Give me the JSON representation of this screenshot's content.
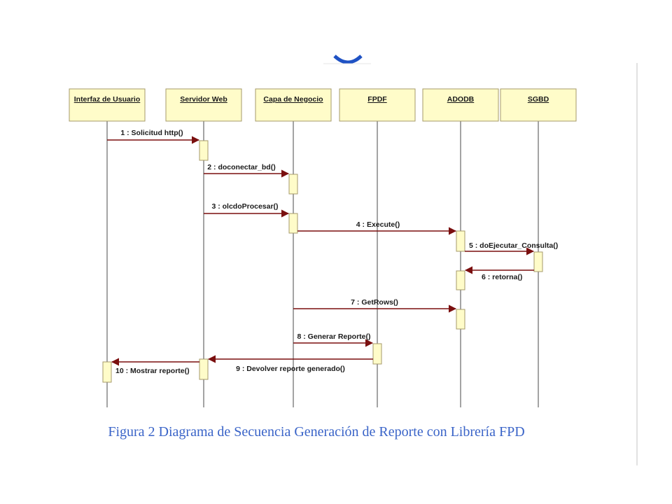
{
  "colors": {
    "box_fill": "#fffcc9",
    "box_stroke": "#a69a6a",
    "lifeline": "#4a4a4a",
    "arrow": "#7a0f0f",
    "caption": "#3a64c8",
    "logo_arc": "#1f52c4",
    "right_border": "#d9d9d9"
  },
  "lifelines": [
    {
      "id": "ui",
      "label": "Interfaz de Usuario"
    },
    {
      "id": "web",
      "label": "Servidor Web"
    },
    {
      "id": "biz",
      "label": "Capa de Negocio"
    },
    {
      "id": "fpdf",
      "label": "FPDF"
    },
    {
      "id": "adodb",
      "label": "ADODB"
    },
    {
      "id": "sgbd",
      "label": "SGBD"
    }
  ],
  "messages": [
    {
      "from": "ui",
      "to": "web",
      "label": "1 : Solicitud http()"
    },
    {
      "from": "web",
      "to": "biz",
      "label": "2 : doconectar_bd()"
    },
    {
      "from": "web",
      "to": "biz",
      "label": "3 : olcdoProcesar()"
    },
    {
      "from": "biz",
      "to": "adodb",
      "label": "4 : Execute()"
    },
    {
      "from": "adodb",
      "to": "sgbd",
      "label": "5 : doEjecutar_Consulta()"
    },
    {
      "from": "sgbd",
      "to": "adodb",
      "label": "6 : retorna()"
    },
    {
      "from": "biz",
      "to": "adodb",
      "label": "7 : GetRows()"
    },
    {
      "from": "biz",
      "to": "fpdf",
      "label": "8 : Generar Reporte()"
    },
    {
      "from": "fpdf",
      "to": "web",
      "label": "9 : Devolver reporte generado()"
    },
    {
      "from": "web",
      "to": "ui",
      "label": "10 : Mostrar reporte()"
    }
  ],
  "caption": "Figura 2  Diagrama de Secuencia Generación de Reporte con Librería FPD"
}
